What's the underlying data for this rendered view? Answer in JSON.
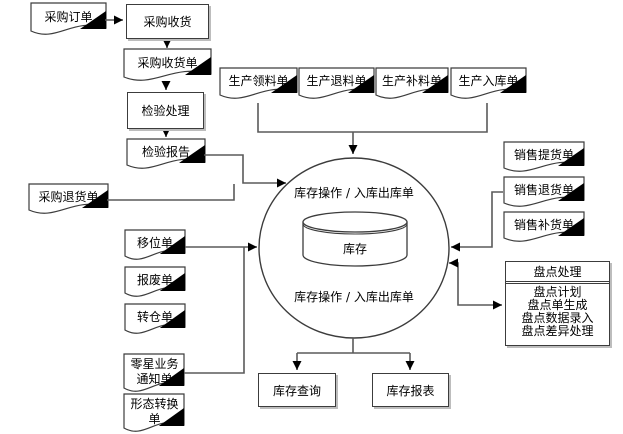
{
  "docs": {
    "purchase_order": {
      "label": "采购订单"
    },
    "purchase_receipt": {
      "label": "采购收货单"
    },
    "inspection_report": {
      "label": "检验报告"
    },
    "purchase_return": {
      "label": "采购退货单"
    },
    "production_requisition": {
      "label": "生产领料单"
    },
    "production_return": {
      "label": "生产退料单"
    },
    "production_supplement": {
      "label": "生产补料单"
    },
    "production_inbound": {
      "label": "生产入库单"
    },
    "sales_pickup": {
      "label": "销售提货单"
    },
    "sales_return": {
      "label": "销售退货单"
    },
    "sales_replenish": {
      "label": "销售补货单"
    },
    "move_order": {
      "label": "移位单"
    },
    "scrap_order": {
      "label": "报废单"
    },
    "transfer_order": {
      "label": "转仓单"
    },
    "misc_business_notice": {
      "label": "零星业务通知单"
    },
    "form_conversion": {
      "label": "形态转换单"
    }
  },
  "processes": {
    "purchase_receiving": {
      "label": "采购收货"
    },
    "inspection_processing": {
      "label": "检验处理"
    },
    "inventory_query": {
      "label": "库存查询"
    },
    "inventory_report": {
      "label": "库存报表"
    }
  },
  "hub": {
    "top_label": "库存操作 / 入库出库单",
    "bottom_label": "库存操作 / 入库出库单",
    "store_label": "库存"
  },
  "stocktake": {
    "header": "盘点处理",
    "items": [
      "盘点计划",
      "盘点单生成",
      "盘点数据录入",
      "盘点差异处理"
    ]
  },
  "colors": {
    "line": "#5a5a5a",
    "shape_stroke": "#3c3c3c",
    "arrow": "#000000",
    "background": "#ffffff"
  }
}
